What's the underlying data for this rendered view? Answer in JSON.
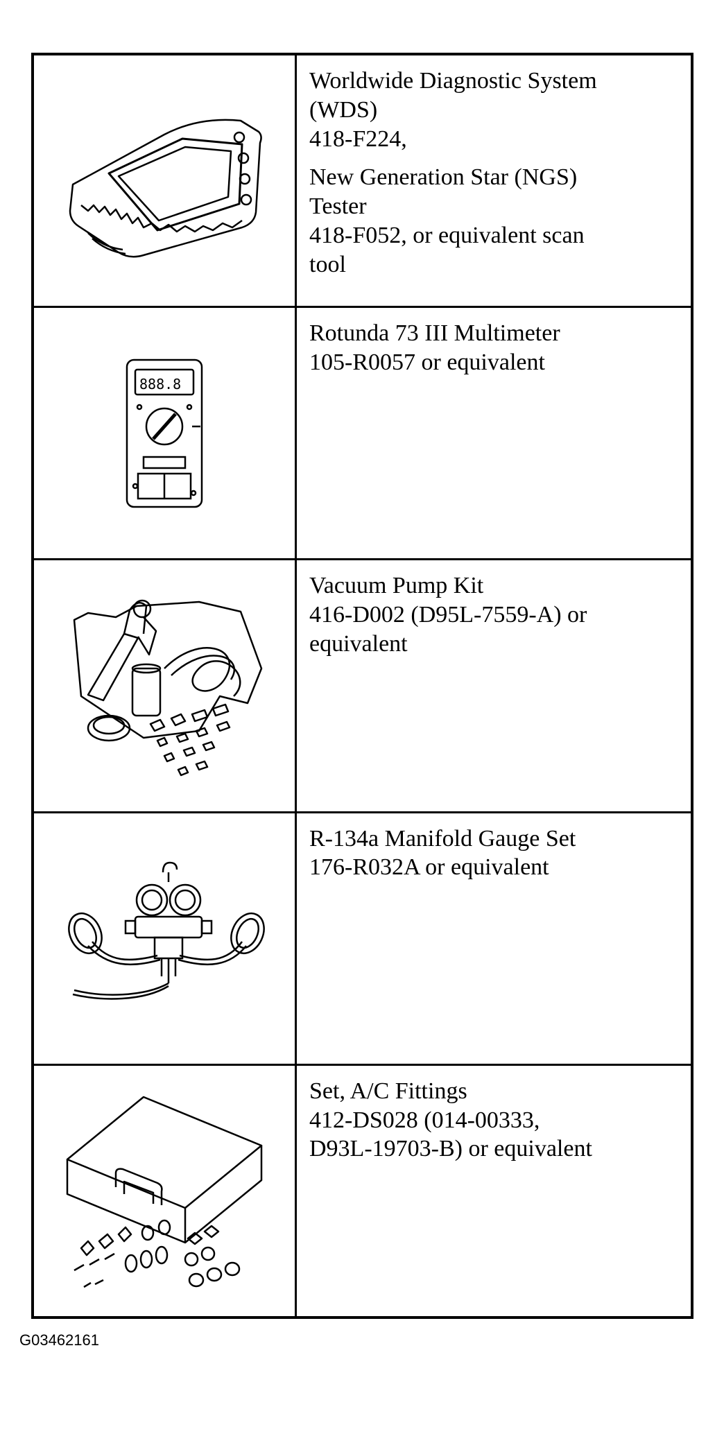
{
  "tools": [
    {
      "name": "worldwide-diagnostic-system",
      "icon": "scan-tool-icon",
      "groups": [
        [
          "Worldwide Diagnostic System",
          "(WDS)",
          "418-F224,"
        ],
        [
          "New Generation Star (NGS)",
          "Tester",
          "418-F052, or equivalent scan",
          "tool"
        ]
      ]
    },
    {
      "name": "multimeter",
      "icon": "multimeter-icon",
      "groups": [
        [
          "Rotunda 73 III Multimeter",
          "105-R0057 or equivalent"
        ]
      ]
    },
    {
      "name": "vacuum-pump-kit",
      "icon": "vacuum-pump-icon",
      "groups": [
        [
          "Vacuum Pump Kit",
          "416-D002 (D95L-7559-A) or",
          "equivalent"
        ]
      ]
    },
    {
      "name": "manifold-gauge-set",
      "icon": "manifold-gauge-icon",
      "groups": [
        [
          "R-134a Manifold Gauge Set",
          "176-R032A or equivalent"
        ]
      ]
    },
    {
      "name": "ac-fittings-set",
      "icon": "fittings-case-icon",
      "groups": [
        [
          "Set, A/C Fittings",
          "412-DS028 (014-00333,",
          "D93L-19703-B) or equivalent"
        ]
      ]
    }
  ],
  "figure_id": "G03462161"
}
